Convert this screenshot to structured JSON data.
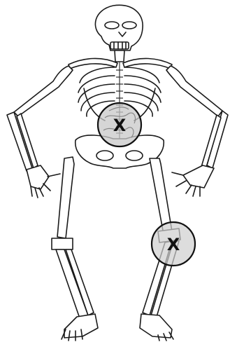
{
  "markers": [
    {
      "id": "abdomen",
      "label": "X",
      "fill": "#c8c8c8"
    },
    {
      "id": "left-knee",
      "label": "X",
      "fill": "#cfcfcf"
    }
  ],
  "colors": {
    "bone_outline": "#1a1a1a",
    "bone_fill": "#ffffff",
    "background": "#ffffff"
  }
}
